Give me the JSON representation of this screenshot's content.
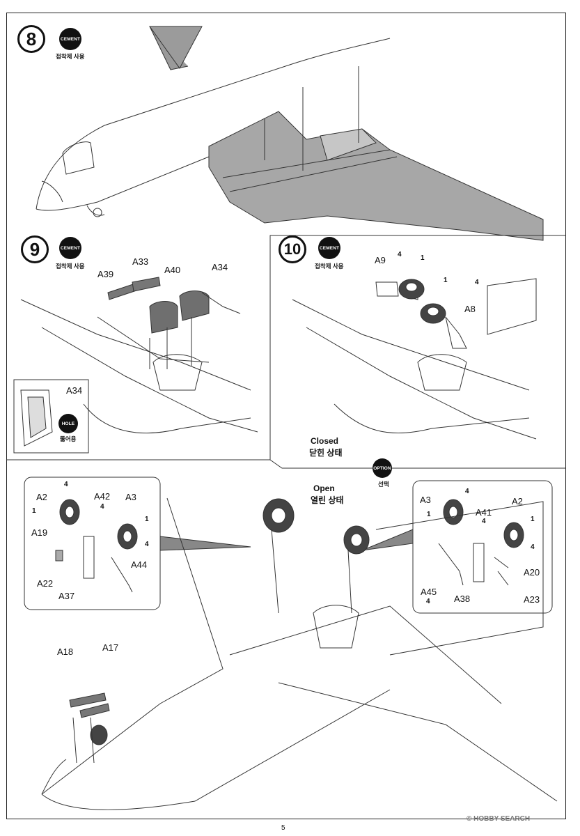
{
  "page": {
    "number": "5",
    "watermark": "© HOBBY SEARCH"
  },
  "badges": {
    "cement": "CEMENT",
    "cement_kor": "접착제 사용",
    "hole": "HOLE",
    "hole_kor": "뚫어용",
    "option": "OPTION",
    "option_kor": "선택"
  },
  "steps": [
    {
      "number": "8"
    },
    {
      "number": "9",
      "parts": [
        "A39",
        "A33",
        "A40",
        "A34"
      ],
      "inset_part": "A34"
    },
    {
      "number": "10",
      "parts": [
        "A9",
        "A8"
      ],
      "state": "Closed",
      "state_kor": "닫힌 상태",
      "qty": [
        "4",
        "1",
        "1",
        "4"
      ]
    }
  ],
  "open": {
    "state": "Open",
    "state_kor": "열린 상태",
    "left_detail": {
      "parts": [
        "A2",
        "A42",
        "A3",
        "A19",
        "A22",
        "A37",
        "A44"
      ],
      "qty": [
        "4",
        "1",
        "4",
        "1",
        "4"
      ]
    },
    "right_detail": {
      "parts": [
        "A3",
        "A41",
        "A2",
        "A20",
        "A45",
        "A38",
        "A23"
      ],
      "qty": [
        "4",
        "1",
        "4",
        "1",
        "4",
        "4"
      ]
    },
    "nose_parts": [
      "A18",
      "A17"
    ]
  }
}
